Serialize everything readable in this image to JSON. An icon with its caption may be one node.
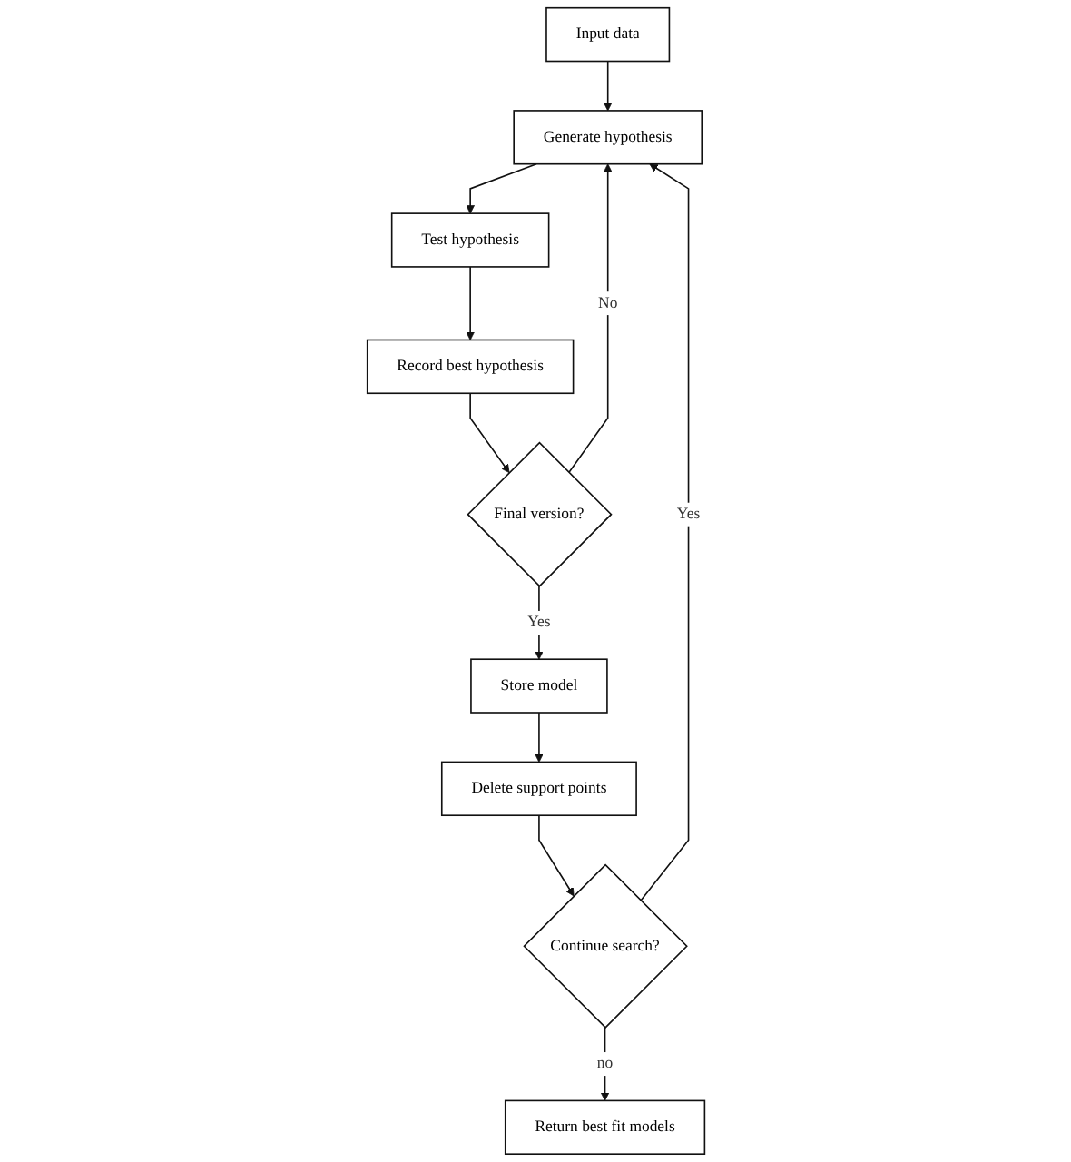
{
  "diagram": {
    "nodes": [
      {
        "text": [
          "Input data"
        ]
      },
      {
        "text": [
          "Generate hypothesis"
        ]
      },
      {
        "text": [
          "Test hypothesis"
        ]
      },
      {
        "text": [
          "Record best hypothesis"
        ]
      },
      {
        "text": [
          "Final version?"
        ]
      },
      {
        "text": [
          "Store model"
        ]
      },
      {
        "text": [
          "Delete support points"
        ]
      },
      {
        "text": [
          "Continue search?"
        ]
      },
      {
        "text": [
          "Return best fit models"
        ]
      }
    ],
    "edges": [
      {
        "from": 0,
        "to": 1,
        "arrow": "to"
      },
      {
        "from": 1,
        "to": 2,
        "arrow": "to"
      },
      {
        "from": 2,
        "to": 3,
        "arrow": "to"
      },
      {
        "from": 3,
        "to": 4,
        "arrow": "to"
      },
      {
        "from": 4,
        "to": 1,
        "arrow": "to",
        "label": "No"
      },
      {
        "from": 4,
        "to": 5,
        "arrow": "to",
        "label": "Yes"
      },
      {
        "from": 5,
        "to": 6,
        "arrow": "to"
      },
      {
        "from": 6,
        "to": 7,
        "arrow": "to"
      },
      {
        "from": 7,
        "to": 1,
        "arrow": "to",
        "label": "Yes"
      },
      {
        "from": 7,
        "to": 8,
        "arrow": "to",
        "label": "no"
      }
    ]
  }
}
